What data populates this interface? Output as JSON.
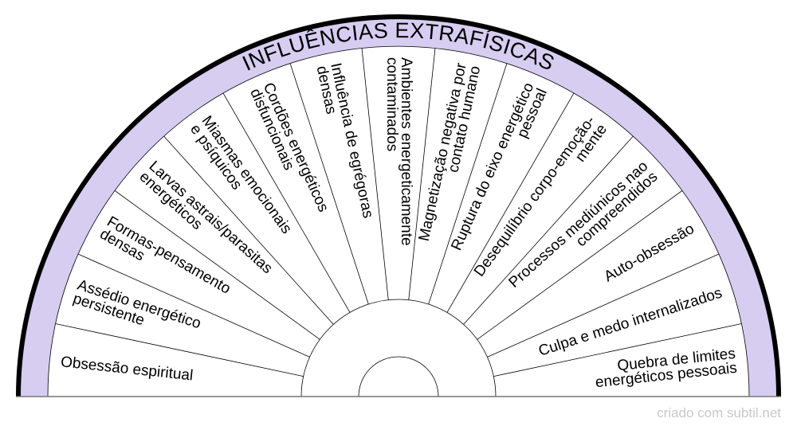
{
  "title": "INFLUÊNCIAS EXTRAFÍSICAS",
  "colors": {
    "band": "#d6cdf1",
    "outline": "#000000",
    "line": "#000000",
    "watermark": "#c8c8c8"
  },
  "segments": [
    {
      "lines": [
        "Obsessão espiritual"
      ]
    },
    {
      "lines": [
        "Assédio energético",
        "persistente"
      ]
    },
    {
      "lines": [
        "Formas-pensamento",
        "densas"
      ]
    },
    {
      "lines": [
        "Larvas astrais/parasitas",
        "energéticos"
      ]
    },
    {
      "lines": [
        "Miasmas emocionais",
        "e psíquicos"
      ]
    },
    {
      "lines": [
        "Cordões energéticos",
        "disfuncionais"
      ]
    },
    {
      "lines": [
        "Influência de egrégoras",
        "densas"
      ]
    },
    {
      "lines": [
        "Ambientes energeticamente",
        "contaminados"
      ]
    },
    {
      "lines": [
        "Magnetização negativa por",
        "contato humano"
      ]
    },
    {
      "lines": [
        "Ruptura do eixo energético",
        "pessoal"
      ]
    },
    {
      "lines": [
        "Desequilíbrio corpo-emoção-",
        "mente"
      ]
    },
    {
      "lines": [
        "Processos mediúnicos nao",
        "compreendidos"
      ]
    },
    {
      "lines": [
        "Auto-obsessão"
      ]
    },
    {
      "lines": [
        "Culpa e medo internalizados"
      ]
    },
    {
      "lines": [
        "Quebra de limites",
        "energéticos pessoais"
      ]
    }
  ],
  "watermark": "criado com subtil.net"
}
